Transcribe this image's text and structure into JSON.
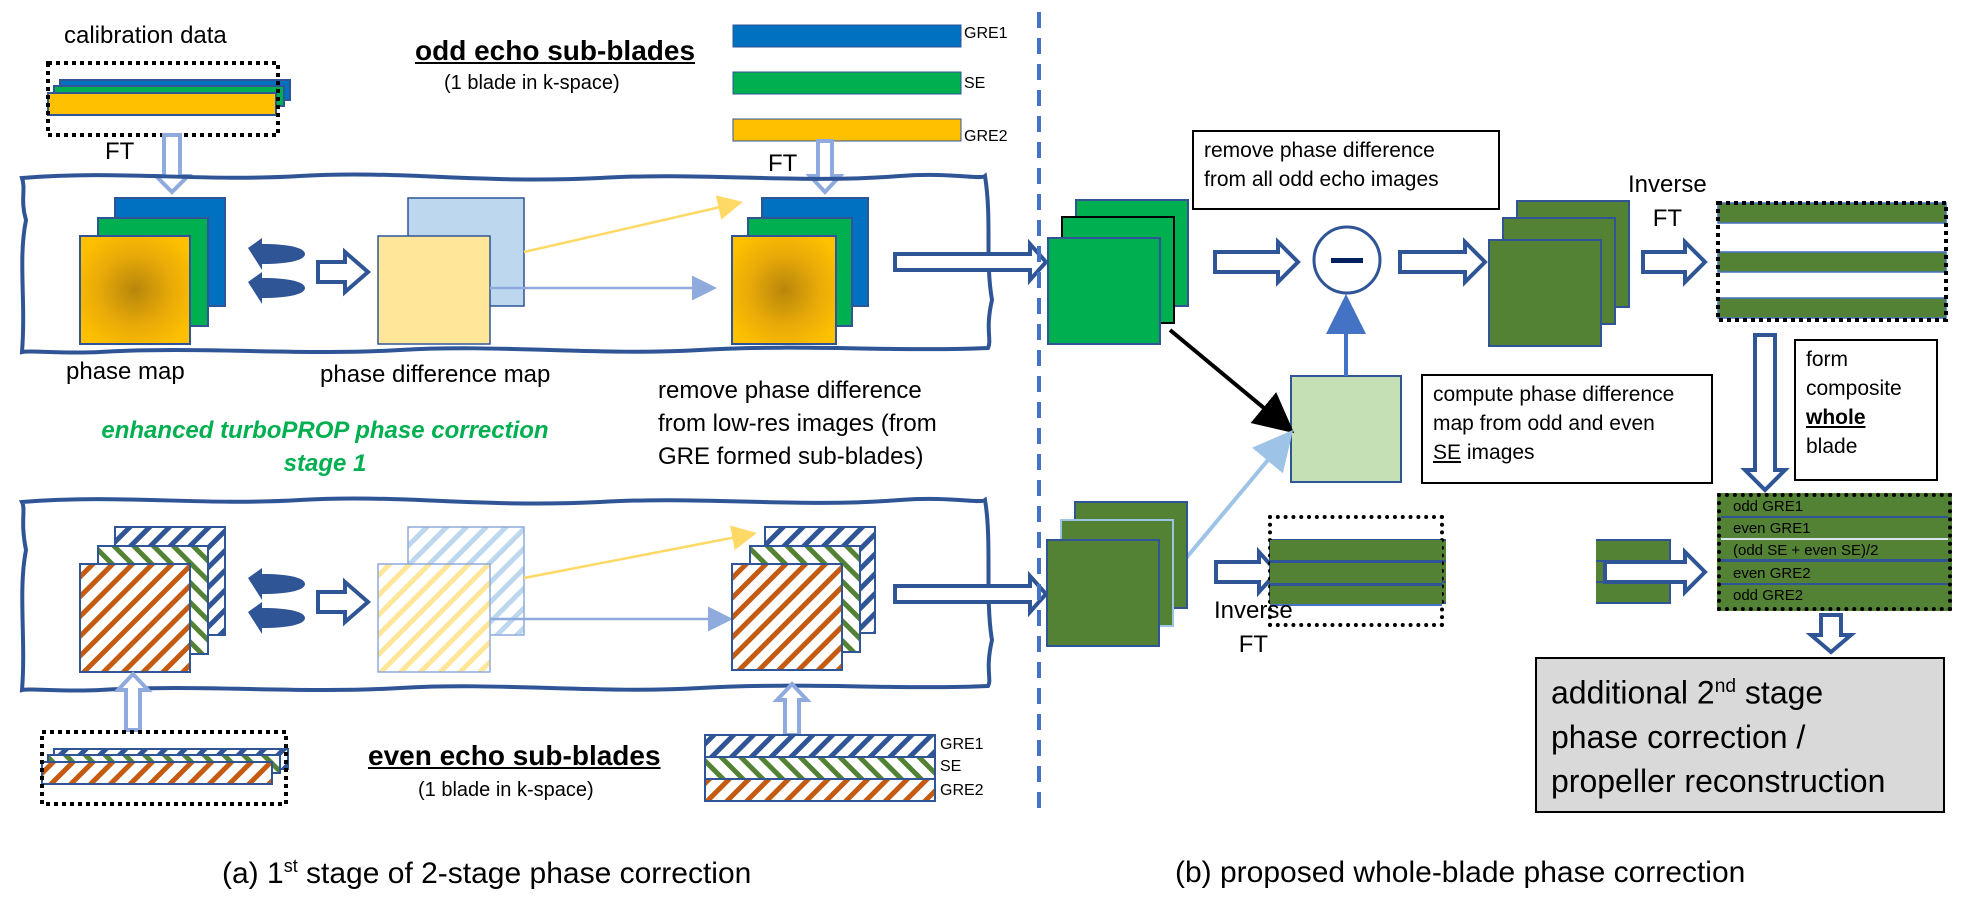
{
  "colors": {
    "blue": "#0070c0",
    "green": "#00b050",
    "dark_green": "#548235",
    "yellow": "#ffc000",
    "orange": "#c55a11",
    "frame_blue": "#2f5597",
    "light_blue": "#bdd7ee",
    "light_yellow": "#ffe699",
    "light_green": "#c5e0b4",
    "arrow_light_blue": "#8faadc",
    "divider_blue": "#4472c4",
    "gray_box": "#d9d9d9"
  },
  "panel_a": {
    "calibration_label": "calibration data",
    "ft_label_1": "FT",
    "ft_label_2": "FT",
    "odd_title": "odd echo sub-blades",
    "odd_subtitle": "(1 blade in k-space)",
    "even_title": "even echo sub-blades",
    "even_subtitle": "(1 blade in k-space)",
    "odd_blade_labels": [
      "GRE1",
      "SE",
      "GRE2"
    ],
    "even_blade_labels": [
      "GRE1",
      "SE",
      "GRE2"
    ],
    "phase_map_label": "phase map",
    "phase_diff_label": "phase difference map",
    "remove_label_lines": [
      "remove phase difference",
      "from low-res images (from",
      "GRE formed sub-blades)"
    ],
    "stage_title_line1": "enhanced turboPROP phase correction",
    "stage_title_line2": "stage 1",
    "caption_prefix": "(a) 1",
    "caption_sup": "st",
    "caption_suffix": " stage of 2-stage phase correction"
  },
  "panel_b": {
    "remove_box_lines": [
      "remove phase difference",
      "from all odd echo images"
    ],
    "minus_symbol": "−",
    "inverse_ft_top_lines": [
      "Inverse",
      "FT"
    ],
    "inverse_ft_bottom_lines": [
      "Inverse",
      "FT"
    ],
    "compute_box_lines": [
      "compute phase difference",
      "map from odd and even"
    ],
    "compute_box_se": "SE",
    "compute_box_tail": " images",
    "form_box_lines": [
      "form",
      "composite"
    ],
    "form_box_bold": "whole",
    "form_box_last": "blade",
    "composite_rows": [
      "odd GRE1",
      "even GRE1",
      "(odd SE + even SE)/2",
      "even GRE2",
      "odd GRE2"
    ],
    "gray_box_line1_prefix": "additional 2",
    "gray_box_line1_sup": "nd",
    "gray_box_line1_suffix": " stage",
    "gray_box_line2": "phase correction /",
    "gray_box_line3": "propeller reconstruction",
    "caption": "(b) proposed whole-blade phase correction"
  }
}
